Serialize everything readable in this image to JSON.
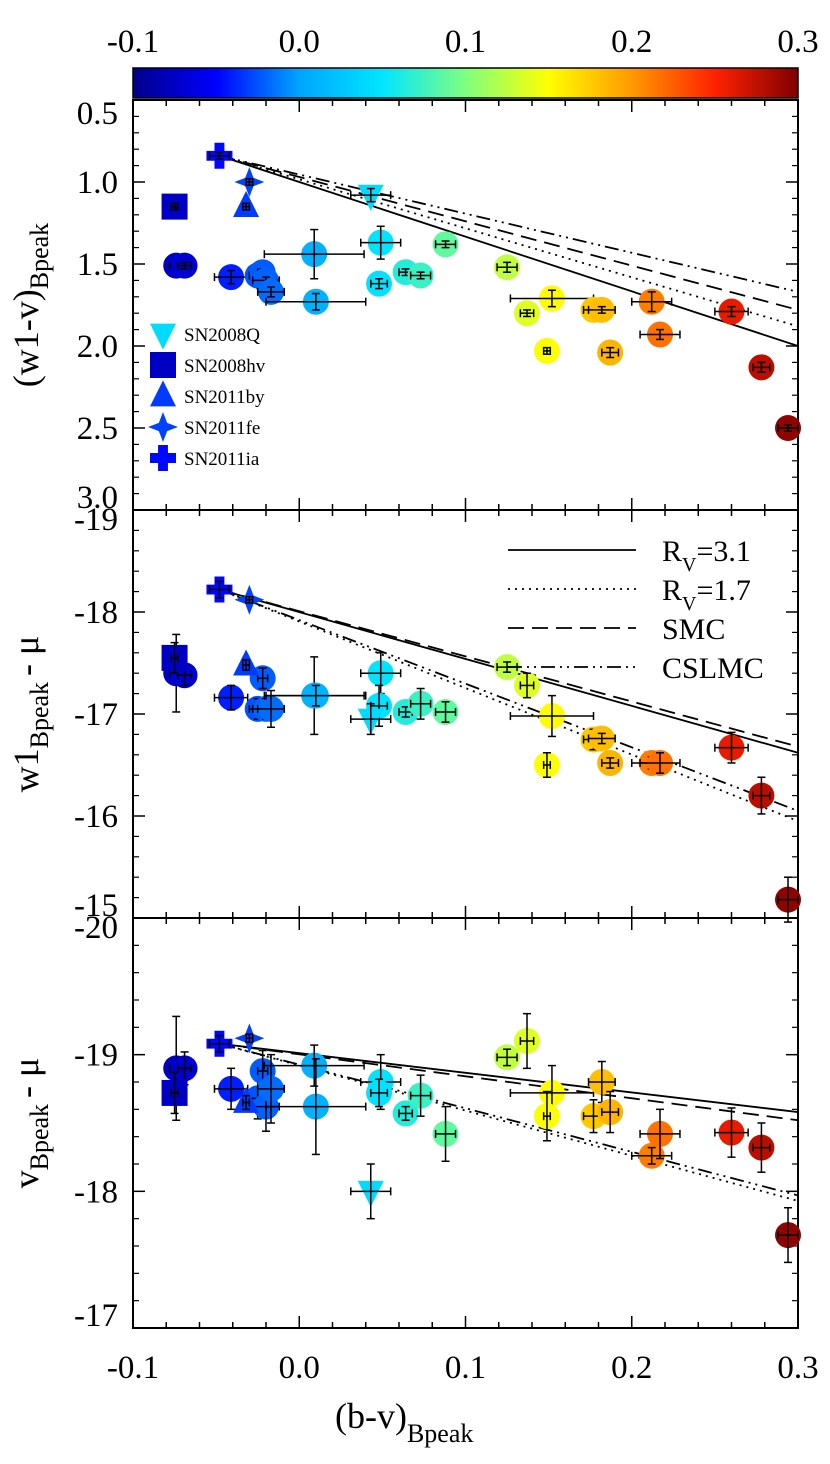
{
  "colorbar": {
    "min": -0.1,
    "max": 0.3,
    "tick_labels": [
      "-0.1",
      "0.0",
      "0.1",
      "0.2",
      "0.3"
    ],
    "tick_values": [
      -0.1,
      0.0,
      0.1,
      0.2,
      0.3
    ],
    "colormap": [
      "#00008b",
      "#0000ff",
      "#00a5ff",
      "#00e5ff",
      "#7fff7f",
      "#ffff00",
      "#ff9900",
      "#ff2200",
      "#800000"
    ]
  },
  "x_axis": {
    "label_main": "(b-v)",
    "label_sub": "Bpeak",
    "range": [
      -0.1,
      0.3
    ],
    "tick_values": [
      -0.1,
      0.0,
      0.1,
      0.2,
      0.3
    ],
    "tick_labels": [
      "-0.1",
      "0.0",
      "0.1",
      "0.2",
      "0.3"
    ]
  },
  "panels": {
    "top": {
      "ylabel_main": "(w1-v)",
      "ylabel_sub": "Bpeak",
      "ylim": [
        0.5,
        3.0
      ],
      "inverted": true,
      "tick_values": [
        0.5,
        1.0,
        1.5,
        2.0,
        2.5,
        3.0
      ],
      "tick_labels": [
        "0.5",
        "1.0",
        "1.5",
        "2.0",
        "2.5",
        "3.0"
      ]
    },
    "middle": {
      "ylabel_main": "w1",
      "ylabel_sub": "Bpeak",
      "ylabel_suffix": "- μ",
      "ylim": [
        -19,
        -15
      ],
      "inverted": true,
      "tick_values": [
        -19,
        -18,
        -17,
        -16,
        -15
      ],
      "tick_labels": [
        "-19",
        "-18",
        "-17",
        "-16",
        "-15"
      ]
    },
    "bottom": {
      "ylabel_main": "v",
      "ylabel_sub": "Bpeak",
      "ylabel_suffix": "- μ",
      "ylim": [
        -20,
        -17
      ],
      "inverted": true,
      "tick_values": [
        -20,
        -19,
        -18,
        -17
      ],
      "tick_labels": [
        "-20",
        "-19",
        "-18",
        "-17"
      ]
    }
  },
  "legend_sn": {
    "items": [
      {
        "label": "SN2008Q",
        "marker": "triangle-down"
      },
      {
        "label": "SN2008hv",
        "marker": "square"
      },
      {
        "label": "SN2011by",
        "marker": "triangle-up"
      },
      {
        "label": "SN2011fe",
        "marker": "star4"
      },
      {
        "label": "SN2011ia",
        "marker": "plus"
      }
    ]
  },
  "legend_lines": {
    "items": [
      {
        "label": "R",
        "sub": "V",
        "suffix": "=3.1",
        "dash": "solid"
      },
      {
        "label": "R",
        "sub": "V",
        "suffix": "=1.7",
        "dash": "dotted"
      },
      {
        "label": "SMC",
        "sub": "",
        "suffix": "",
        "dash": "dashed"
      },
      {
        "label": "CSLMC",
        "sub": "",
        "suffix": "",
        "dash": "dashdotdot"
      }
    ]
  },
  "chart_data": {
    "type": "scatter",
    "x_label": "(b-v)Bpeak",
    "x_range": [
      -0.1,
      0.3
    ],
    "color_encoding": "(b-v)Bpeak",
    "named": [
      {
        "name": "SN2008Q",
        "marker": "triangle-down",
        "x": 0.043,
        "xerr": 0.012,
        "w1v": 1.08,
        "w1v_err": 0.04,
        "w1": -16.95,
        "w1_err": 0.15,
        "v": -18.0,
        "v_err": 0.2
      },
      {
        "name": "SN2008hv",
        "marker": "square",
        "x": -0.075,
        "xerr": 0.002,
        "w1v": 1.15,
        "w1v_err": 0.02,
        "w1": -17.55,
        "w1_err": 0.15,
        "v": -18.72,
        "v_err": 0.15
      },
      {
        "name": "SN2011by",
        "marker": "triangle-up",
        "x": -0.032,
        "xerr": 0.002,
        "w1v": 1.15,
        "w1v_err": 0.02,
        "w1": -17.48,
        "w1_err": 0.05,
        "v": -18.65,
        "v_err": 0.05
      },
      {
        "name": "SN2011fe",
        "marker": "star4",
        "x": -0.03,
        "xerr": 0.002,
        "w1v": 1.0,
        "w1v_err": 0.02,
        "w1": -18.12,
        "w1_err": 0.03,
        "v": -19.12,
        "v_err": 0.03
      },
      {
        "name": "SN2011ia",
        "marker": "plus",
        "x": -0.048,
        "xerr": 0.006,
        "w1v": 0.84,
        "w1v_err": 0.02,
        "w1": -18.22,
        "w1_err": 0.08,
        "v": -19.08,
        "v_err": 0.06
      }
    ],
    "points": [
      {
        "x": -0.074,
        "xerr": 0.004,
        "w1v": 1.51,
        "w1v_err": 0.02,
        "w1": -17.4,
        "w1_err": 0.38,
        "v": -18.9,
        "v_err": 0.38
      },
      {
        "x": -0.069,
        "xerr": 0.004,
        "w1v": 1.51,
        "w1v_err": 0.02,
        "w1": -17.38,
        "w1_err": 0.1,
        "v": -18.9,
        "v_err": 0.12
      },
      {
        "x": -0.041,
        "xerr": 0.01,
        "w1v": 1.58,
        "w1v_err": 0.04,
        "w1": -17.16,
        "w1_err": 0.12,
        "v": -18.75,
        "v_err": 0.15
      },
      {
        "x": -0.025,
        "xerr": 0.005,
        "w1v": 1.57,
        "w1v_err": 0.02,
        "w1": -17.05,
        "w1_err": 0.1,
        "v": -18.68,
        "v_err": 0.15
      },
      {
        "x": -0.022,
        "xerr": 0.003,
        "w1v": 1.55,
        "w1v_err": 0.02,
        "w1": -17.35,
        "w1_err": 0.1,
        "v": -18.88,
        "v_err": 0.15
      },
      {
        "x": -0.02,
        "xerr": 0.008,
        "w1v": 1.6,
        "w1v_err": 0.02,
        "w1": -17.05,
        "w1_err": 0.1,
        "v": -18.62,
        "v_err": 0.18
      },
      {
        "x": -0.017,
        "xerr": 0.008,
        "w1v": 1.67,
        "w1v_err": 0.03,
        "w1": -17.05,
        "w1_err": 0.18,
        "v": -18.75,
        "v_err": 0.25
      },
      {
        "x": 0.009,
        "xerr": 0.03,
        "w1v": 1.44,
        "w1v_err": 0.15,
        "w1": -17.18,
        "w1_err": 0.38,
        "v": -18.92,
        "v_err": 0.15
      },
      {
        "x": 0.01,
        "xerr": 0.03,
        "w1v": 1.73,
        "w1v_err": 0.05,
        "w1": -17.18,
        "w1_err": 0.1,
        "v": -18.62,
        "v_err": 0.35
      },
      {
        "x": 0.049,
        "xerr": 0.012,
        "w1v": 1.37,
        "w1v_err": 0.1,
        "w1": -17.4,
        "w1_err": 0.2,
        "v": -18.8,
        "v_err": 0.2
      },
      {
        "x": 0.048,
        "xerr": 0.005,
        "w1v": 1.62,
        "w1v_err": 0.03,
        "w1": -17.08,
        "w1_err": 0.2,
        "v": -18.72,
        "v_err": 0.1
      },
      {
        "x": 0.064,
        "xerr": 0.004,
        "w1v": 1.55,
        "w1v_err": 0.02,
        "w1": -17.02,
        "w1_err": 0.05,
        "v": -18.57,
        "v_err": 0.05
      },
      {
        "x": 0.073,
        "xerr": 0.006,
        "w1v": 1.57,
        "w1v_err": 0.02,
        "w1": -17.1,
        "w1_err": 0.15,
        "v": -18.7,
        "v_err": 0.15
      },
      {
        "x": 0.088,
        "xerr": 0.006,
        "w1v": 1.38,
        "w1v_err": 0.02,
        "w1": -17.02,
        "w1_err": 0.1,
        "v": -18.42,
        "v_err": 0.2
      },
      {
        "x": 0.125,
        "xerr": 0.006,
        "w1v": 1.52,
        "w1v_err": 0.03,
        "w1": -17.46,
        "w1_err": 0.05,
        "v": -18.98,
        "v_err": 0.06
      },
      {
        "x": 0.137,
        "xerr": 0.004,
        "w1v": 1.8,
        "w1v_err": 0.02,
        "w1": -17.28,
        "w1_err": 0.12,
        "v": -19.1,
        "v_err": 0.2
      },
      {
        "x": 0.152,
        "xerr": 0.025,
        "w1v": 1.71,
        "w1v_err": 0.05,
        "w1": -16.98,
        "w1_err": 0.2,
        "v": -18.72,
        "v_err": 0.2
      },
      {
        "x": 0.149,
        "xerr": 0.002,
        "w1v": 2.03,
        "w1v_err": 0.02,
        "w1": -16.5,
        "w1_err": 0.12,
        "v": -18.55,
        "v_err": 0.18
      },
      {
        "x": 0.177,
        "xerr": 0.006,
        "w1v": 1.78,
        "w1v_err": 0.02,
        "w1": -16.75,
        "w1_err": 0.1,
        "v": -18.55,
        "v_err": 0.12
      },
      {
        "x": 0.182,
        "xerr": 0.008,
        "w1v": 1.78,
        "w1v_err": 0.02,
        "w1": -16.76,
        "w1_err": 0.05,
        "v": -18.8,
        "v_err": 0.15
      },
      {
        "x": 0.187,
        "xerr": 0.005,
        "w1v": 2.04,
        "w1v_err": 0.03,
        "w1": -16.52,
        "w1_err": 0.05,
        "v": -18.58,
        "v_err": 0.15
      },
      {
        "x": 0.212,
        "xerr": 0.012,
        "w1v": 1.73,
        "w1v_err": 0.06,
        "w1": -16.52,
        "w1_err": 0.06,
        "v": -18.26,
        "v_err": 0.06
      },
      {
        "x": 0.217,
        "xerr": 0.012,
        "w1v": 1.93,
        "w1v_err": 0.03,
        "w1": -16.52,
        "w1_err": 0.1,
        "v": -18.42,
        "v_err": 0.18
      },
      {
        "x": 0.26,
        "xerr": 0.01,
        "w1v": 1.79,
        "w1v_err": 0.03,
        "w1": -16.67,
        "w1_err": 0.15,
        "v": -18.43,
        "v_err": 0.18
      },
      {
        "x": 0.278,
        "xerr": 0.005,
        "w1v": 2.13,
        "w1v_err": 0.03,
        "w1": -16.2,
        "w1_err": 0.18,
        "v": -18.32,
        "v_err": 0.18
      },
      {
        "x": 0.294,
        "xerr": 0.006,
        "w1v": 2.5,
        "w1v_err": 0.02,
        "w1": -15.18,
        "w1_err": 0.22,
        "v": -17.68,
        "v_err": 0.2
      }
    ],
    "reddening_lines": [
      {
        "name": "R_V=3.1",
        "dash": "solid",
        "x": [
          -0.048,
          0.3
        ],
        "w1v": [
          0.84,
          2.0
        ],
        "w1": [
          -18.22,
          -16.62
        ],
        "v": [
          -19.08,
          -18.58
        ]
      },
      {
        "name": "R_V=1.7",
        "dash": "dotted",
        "x": [
          -0.048,
          0.3
        ],
        "w1v": [
          0.84,
          1.88
        ],
        "w1": [
          -18.22,
          -15.95
        ],
        "v": [
          -19.08,
          -17.93
        ]
      },
      {
        "name": "SMC",
        "dash": "dashed",
        "x": [
          -0.048,
          0.3
        ],
        "w1v": [
          0.84,
          1.78
        ],
        "w1": [
          -18.22,
          -16.68
        ],
        "v": [
          -19.08,
          -18.52
        ]
      },
      {
        "name": "CSLMC",
        "dash": "dashdotdot",
        "x": [
          -0.048,
          0.3
        ],
        "w1v": [
          0.84,
          1.67
        ],
        "w1": [
          -18.22,
          -16.05
        ],
        "v": [
          -19.08,
          -17.97
        ]
      }
    ]
  }
}
